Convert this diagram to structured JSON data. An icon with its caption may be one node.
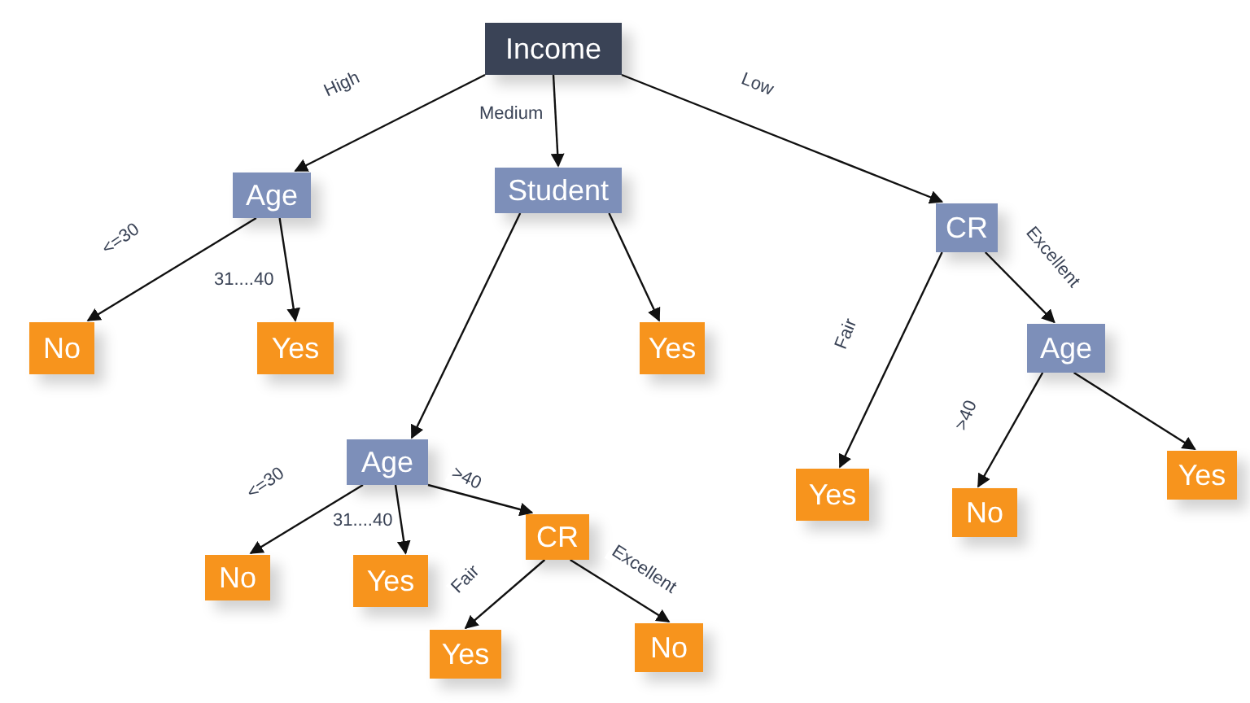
{
  "diagram": {
    "nodes": [
      {
        "text": [
          "Income"
        ]
      },
      {
        "text": [
          "Age"
        ]
      },
      {
        "text": [
          "Student"
        ]
      },
      {
        "text": [
          "CR"
        ]
      },
      {
        "text": [
          "No"
        ]
      },
      {
        "text": [
          "Yes"
        ]
      },
      {
        "text": [
          "Yes"
        ]
      },
      {
        "text": [
          "Age"
        ]
      },
      {
        "text": [
          "Age"
        ]
      },
      {
        "text": [
          "Yes"
        ]
      },
      {
        "text": [
          "No"
        ]
      },
      {
        "text": [
          "Yes"
        ]
      },
      {
        "text": [
          "No"
        ]
      },
      {
        "text": [
          "Yes"
        ]
      },
      {
        "text": [
          "CR"
        ]
      },
      {
        "text": [
          "Yes"
        ]
      },
      {
        "text": [
          "No"
        ]
      }
    ],
    "edges": [
      {
        "from": 0,
        "to": 1,
        "arrow": "to",
        "label": "High"
      },
      {
        "from": 0,
        "to": 2,
        "arrow": "to",
        "label": "Medium"
      },
      {
        "from": 0,
        "to": 3,
        "arrow": "to",
        "label": "Low"
      },
      {
        "from": 1,
        "to": 4,
        "arrow": "to",
        "label": "<=30"
      },
      {
        "from": 1,
        "to": 5,
        "arrow": "to",
        "label": "31....40"
      },
      {
        "from": 2,
        "to": 8,
        "arrow": "to"
      },
      {
        "from": 2,
        "to": 6,
        "arrow": "to"
      },
      {
        "from": 3,
        "to": 9,
        "arrow": "to",
        "label": "Fair"
      },
      {
        "from": 3,
        "to": 7,
        "arrow": "to",
        "label": "Excellent"
      },
      {
        "from": 7,
        "to": 10,
        "arrow": "to",
        "label": ">40"
      },
      {
        "from": 7,
        "to": 11,
        "arrow": "to"
      },
      {
        "from": 8,
        "to": 12,
        "arrow": "to",
        "label": "<=30"
      },
      {
        "from": 8,
        "to": 13,
        "arrow": "to",
        "label": "31....40"
      },
      {
        "from": 8,
        "to": 14,
        "arrow": "to",
        "label": ">40"
      },
      {
        "from": 14,
        "to": 15,
        "arrow": "to",
        "label": "Fair"
      },
      {
        "from": 14,
        "to": 16,
        "arrow": "to",
        "label": "Excellent"
      }
    ]
  }
}
